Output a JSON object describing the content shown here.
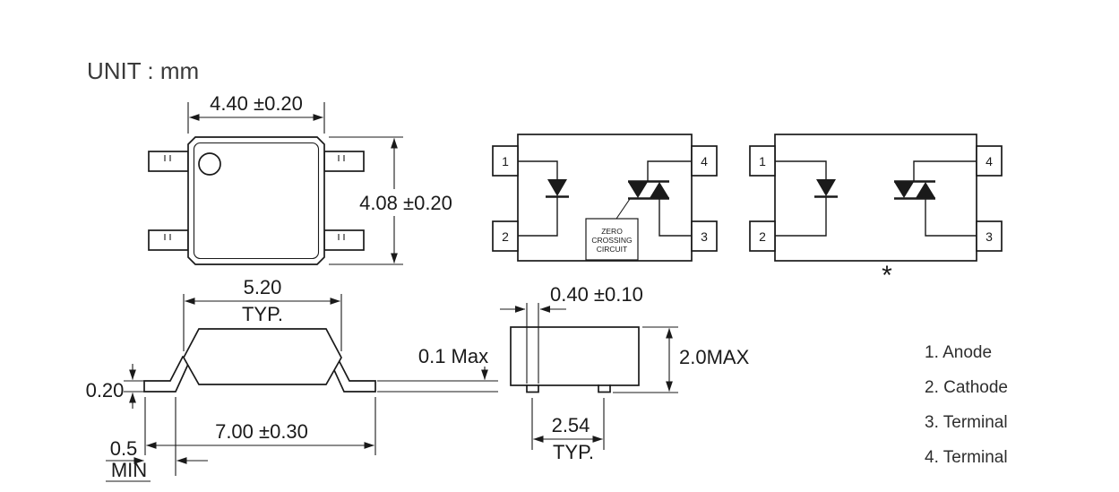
{
  "unit_label": "UNIT : mm",
  "top_view": {
    "width_dim": "4.40 ±0.20",
    "height_dim": "4.08 ±0.20"
  },
  "schematic_zc": {
    "pin1": "1",
    "pin2": "2",
    "pin3": "3",
    "pin4": "4",
    "zero_crossing_lines": [
      "ZERO",
      "CROSSING",
      "CIRCUIT"
    ]
  },
  "schematic_plain": {
    "pin1": "1",
    "pin2": "2",
    "pin3": "3",
    "pin4": "4",
    "footnote_mark": "*"
  },
  "side_view": {
    "body_width": "5.20",
    "body_width_qualifier": "TYP.",
    "lead_thickness": "0.20",
    "overall_width": "7.00 ±0.30",
    "foot_length": "0.5",
    "foot_length_qualifier": "MIN",
    "coplanarity": "0.1 Max"
  },
  "end_view": {
    "lead_width": "0.40 ±0.10",
    "height": "2.0MAX",
    "lead_pitch": "2.54",
    "lead_pitch_qualifier": "TYP."
  },
  "legend": {
    "items": [
      "1. Anode",
      "2. Cathode",
      "3. Terminal",
      "4. Terminal"
    ]
  }
}
